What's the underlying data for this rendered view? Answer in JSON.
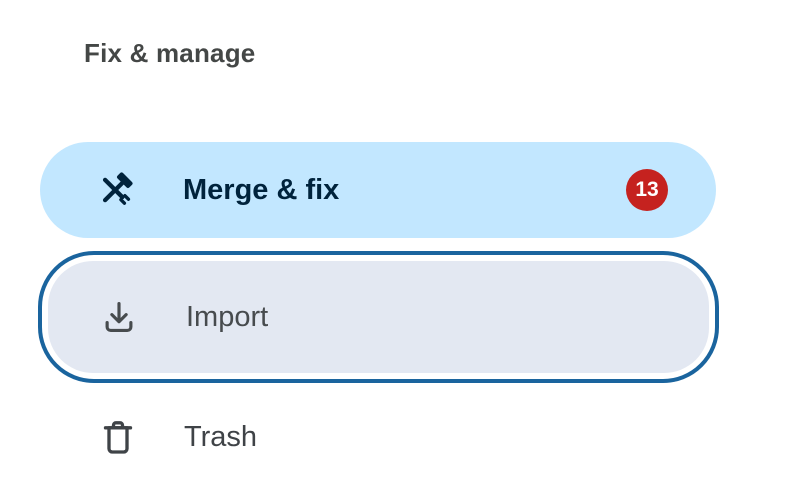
{
  "section": {
    "heading": "Fix & manage"
  },
  "items": [
    {
      "id": "merge-fix",
      "label": "Merge & fix",
      "icon": "handyman-icon",
      "badge": "13",
      "state": "selected"
    },
    {
      "id": "import",
      "label": "Import",
      "icon": "download-icon",
      "state": "focused"
    },
    {
      "id": "trash",
      "label": "Trash",
      "icon": "trash-icon",
      "state": "default"
    }
  ],
  "colors": {
    "selected_item_bg": "#c2e7ff",
    "selected_item_fg": "#00233c",
    "badge_bg": "#c5221f",
    "badge_fg": "#ffffff",
    "focus_ring": "#1a649e",
    "focused_item_bg": "#e3e8f2",
    "text": "#444746",
    "background": "#ffffff"
  }
}
